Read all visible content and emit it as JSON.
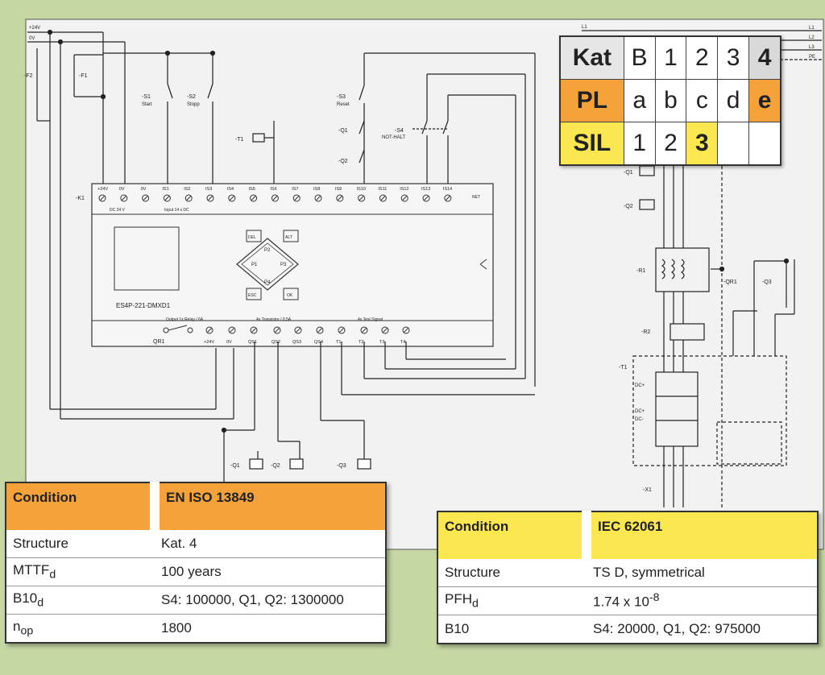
{
  "diagram": {
    "rails": {
      "p24": "+24V",
      "zero": "0V",
      "l1": "L1",
      "l1r": "L1",
      "l2": "L2",
      "l3": "L3",
      "pe": "PE"
    },
    "components": {
      "f2": "-F2",
      "f1": "-F1",
      "s1": "-S1",
      "s1_sub": "Start",
      "s2": "-S2",
      "s2_sub": "Stopp",
      "s3": "-S3",
      "s3_sub": "Reset",
      "s4": "-S4",
      "s4_sub": "NOT-HALT",
      "t1": "-T1",
      "q1": "-Q1",
      "q2": "-Q2",
      "q3": "-Q3",
      "k1": "-K1",
      "r1": "-R1",
      "r2": "-R2",
      "qr1": "-QR1",
      "x1": "-X1",
      "t1b": "-T1"
    },
    "controller": {
      "model": "ES4P-221-DMXD1",
      "top_terminals": [
        "+24V",
        "0V",
        "0V",
        "IS1",
        "IS2",
        "IS3",
        "IS4",
        "IS5",
        "IS6",
        "IS7",
        "IS8",
        "IS9",
        "IS10",
        "IS11",
        "IS12",
        "IS13",
        "IS14"
      ],
      "net_label": "NET",
      "supply_label": "DC 24 V",
      "input_label": "Input 14 x DC",
      "keys": [
        "DEL",
        "ALT",
        "ESC",
        "OK",
        "P1",
        "P2",
        "P3",
        "P4"
      ],
      "group_relay": "Output 1x Relay / 6A",
      "group_transistor": "4x Transistor / 0,5A",
      "group_test": "4x Test Signal",
      "bottom_terminals": [
        "+24V",
        "0V",
        "QS1",
        "QS2",
        "QS3",
        "QS4",
        "T1",
        "T2",
        "T3",
        "T4"
      ],
      "relay_label": "QR1"
    },
    "drive_labels": {
      "dc_plus": "DC+",
      "dc_plus2": "DC+",
      "dc_minus": "DC-"
    }
  },
  "category_table": {
    "rows": [
      {
        "label": "Kat",
        "cells": [
          "B",
          "1",
          "2",
          "3",
          "4"
        ],
        "selected": 4
      },
      {
        "label": "PL",
        "cells": [
          "a",
          "b",
          "c",
          "d",
          "e"
        ],
        "selected": 4
      },
      {
        "label": "SIL",
        "cells": [
          "1",
          "2",
          "3",
          "",
          ""
        ],
        "selected": 2
      }
    ]
  },
  "iso_table": {
    "header": [
      "Condition",
      "EN ISO 13849"
    ],
    "rows": [
      {
        "label": "Structure",
        "sub": "",
        "value": "Kat. 4",
        "sup": ""
      },
      {
        "label": "MTTF",
        "sub": "d",
        "value": "100 years",
        "sup": ""
      },
      {
        "label": "B10",
        "sub": "d",
        "value": "S4: 100000, Q1, Q2: 1300000",
        "sup": ""
      },
      {
        "label": "n",
        "sub": "op",
        "value": "1800",
        "sup": ""
      }
    ]
  },
  "iec_table": {
    "header": [
      "Condition",
      "IEC 62061"
    ],
    "rows": [
      {
        "label": "Structure",
        "sub": "",
        "value": "TS D, symmetrical",
        "sup": ""
      },
      {
        "label": "PFH",
        "sub": "d",
        "value": "1.74 x 10",
        "sup": "-8"
      },
      {
        "label": "B10",
        "sub": "",
        "value": "S4: 20000, Q1, Q2: 975000",
        "sup": ""
      }
    ]
  }
}
